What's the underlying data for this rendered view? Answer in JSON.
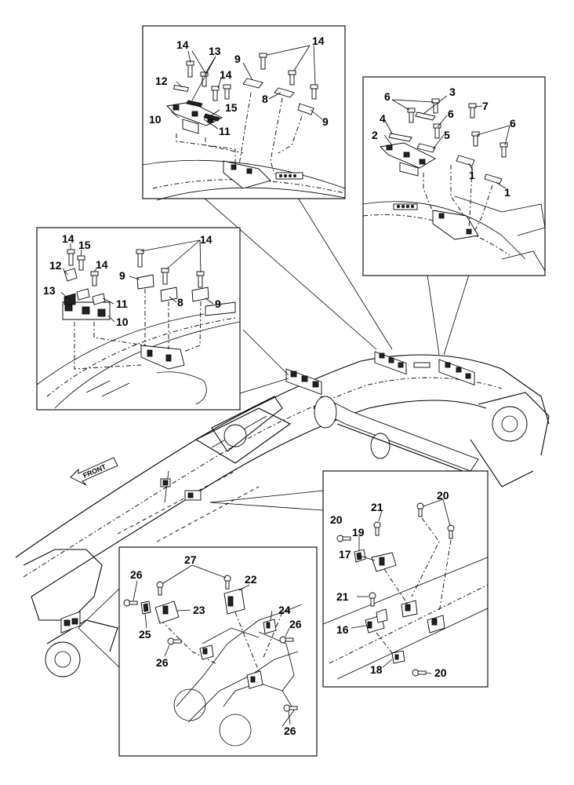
{
  "diagram": {
    "front_label": "FRONT",
    "callouts": {
      "top_box": [
        "14",
        "13",
        "14",
        "9",
        "12",
        "14",
        "8",
        "15",
        "10",
        "11",
        "9"
      ],
      "right_box": [
        "3",
        "6",
        "7",
        "6",
        "4",
        "2",
        "6",
        "5",
        "1",
        "1"
      ],
      "left_box": [
        "14",
        "15",
        "14",
        "12",
        "14",
        "9",
        "13",
        "11",
        "8",
        "9",
        "10"
      ],
      "lower_right_box": [
        "21",
        "20",
        "20",
        "19",
        "17",
        "21",
        "16",
        "18",
        "20"
      ],
      "lower_left_box": [
        "27",
        "26",
        "22",
        "23",
        "25",
        "24",
        "26",
        "26",
        "26"
      ]
    }
  }
}
